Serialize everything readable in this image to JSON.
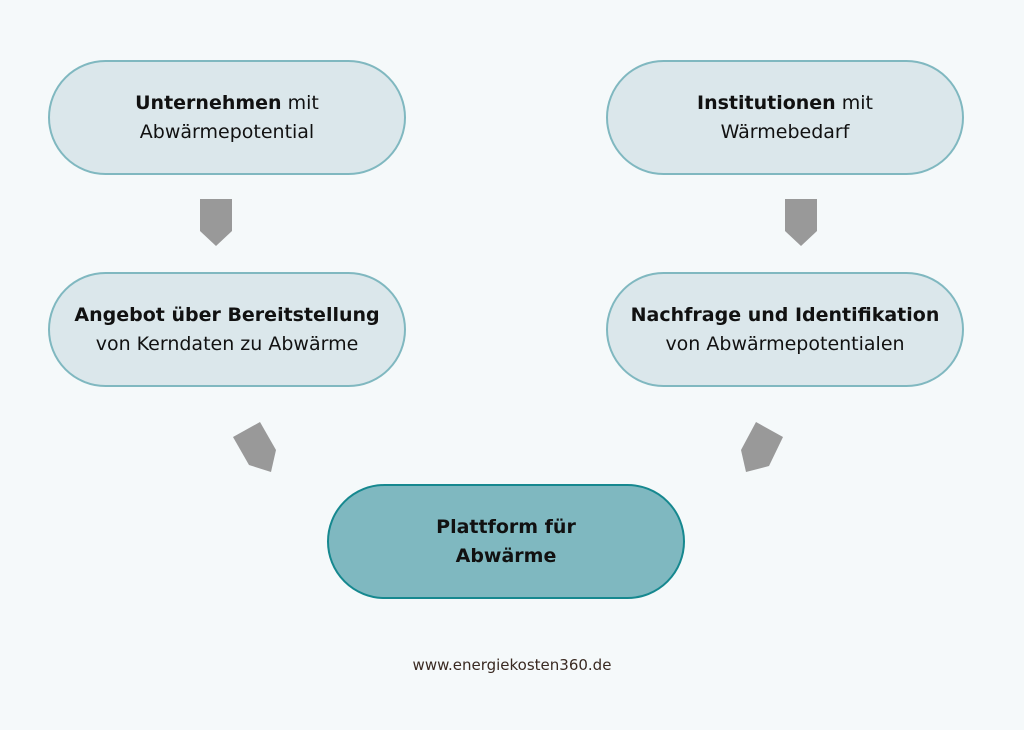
{
  "diagram": {
    "nodes": [
      {
        "id": "n1",
        "bold": "Unternehmen",
        "text1": " mit",
        "text2": "Abwärmepotential"
      },
      {
        "id": "n2",
        "bold": "Institutionen",
        "text1": " mit",
        "text2": "Wärmebedarf"
      },
      {
        "id": "n3",
        "bold": "Angebot über Bereitstellung",
        "text2": "von Kerndaten zu Abwärme"
      },
      {
        "id": "n4",
        "bold": "Nachfrage und Identifikation",
        "text2": "von Abwärmepotentialen"
      },
      {
        "id": "n5",
        "line1": "Plattform für",
        "line2": "Abwärme"
      }
    ],
    "edges": [
      {
        "from": "n1",
        "to": "n3"
      },
      {
        "from": "n2",
        "to": "n4"
      },
      {
        "from": "n3",
        "to": "n5"
      },
      {
        "from": "n4",
        "to": "n5"
      }
    ],
    "colors": {
      "background": "#f5f9fa",
      "node_fill": "#dbe7eb",
      "node_border": "#80b8c0",
      "main_fill": "#7fb8c0",
      "main_border": "#16888f",
      "arrow": "#999999"
    }
  },
  "footer": {
    "url": "www.energiekosten360.de"
  }
}
